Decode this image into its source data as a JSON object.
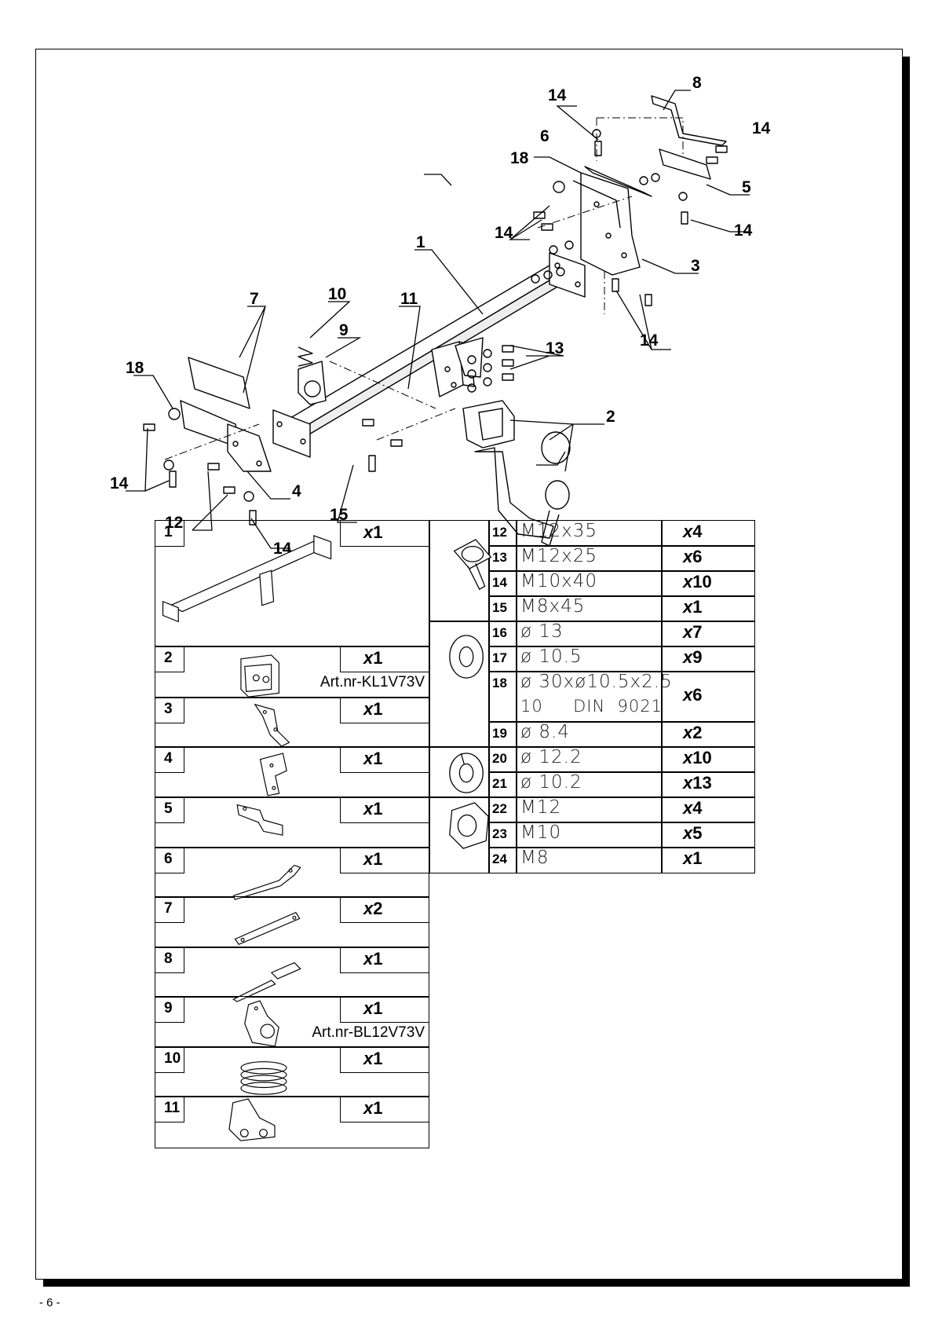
{
  "page_number": "- 6 -",
  "callouts": [
    "1",
    "2",
    "3",
    "4",
    "5",
    "6",
    "7",
    "8",
    "9",
    "10",
    "11",
    "12",
    "13",
    "14",
    "15",
    "18"
  ],
  "parts_left": [
    {
      "num": "1",
      "qty": "x",
      "count": "1",
      "art": ""
    },
    {
      "num": "2",
      "qty": "x",
      "count": "1",
      "art": "Art.nr-KL1V73V"
    },
    {
      "num": "3",
      "qty": "x",
      "count": "1",
      "art": ""
    },
    {
      "num": "4",
      "qty": "x",
      "count": "1",
      "art": ""
    },
    {
      "num": "5",
      "qty": "x",
      "count": "1",
      "art": ""
    },
    {
      "num": "6",
      "qty": "x",
      "count": "1",
      "art": ""
    },
    {
      "num": "7",
      "qty": "x",
      "count": "2",
      "art": ""
    },
    {
      "num": "8",
      "qty": "x",
      "count": "1",
      "art": ""
    },
    {
      "num": "9",
      "qty": "x",
      "count": "1",
      "art": "Art.nr-BL12V73V"
    },
    {
      "num": "10",
      "qty": "x",
      "count": "1",
      "art": ""
    },
    {
      "num": "11",
      "qty": "x",
      "count": "1",
      "art": ""
    }
  ],
  "parts_right": [
    {
      "num": "12",
      "spec": "M12x35",
      "qty": "x",
      "count": "4"
    },
    {
      "num": "13",
      "spec": "M12x25",
      "qty": "x",
      "count": "6"
    },
    {
      "num": "14",
      "spec": "M10x40",
      "qty": "x",
      "count": "10"
    },
    {
      "num": "15",
      "spec": "M8x45",
      "qty": "x",
      "count": "1"
    },
    {
      "num": "16",
      "spec": "ø 13",
      "qty": "x",
      "count": "7"
    },
    {
      "num": "17",
      "spec": "ø 10.5",
      "qty": "x",
      "count": "9"
    },
    {
      "num": "18",
      "spec": "ø 30xø10.5x2.5",
      "spec2": "10     DIN  9021",
      "qty": "x",
      "count": "6"
    },
    {
      "num": "19",
      "spec": "ø 8.4",
      "qty": "x",
      "count": "2"
    },
    {
      "num": "20",
      "spec": "ø 12.2",
      "qty": "x",
      "count": "10"
    },
    {
      "num": "21",
      "spec": "ø 10.2",
      "qty": "x",
      "count": "13"
    },
    {
      "num": "22",
      "spec": "M12",
      "qty": "x",
      "count": "4"
    },
    {
      "num": "23",
      "spec": "M10",
      "qty": "x",
      "count": "5"
    },
    {
      "num": "24",
      "spec": "M8",
      "qty": "x",
      "count": "1"
    }
  ]
}
